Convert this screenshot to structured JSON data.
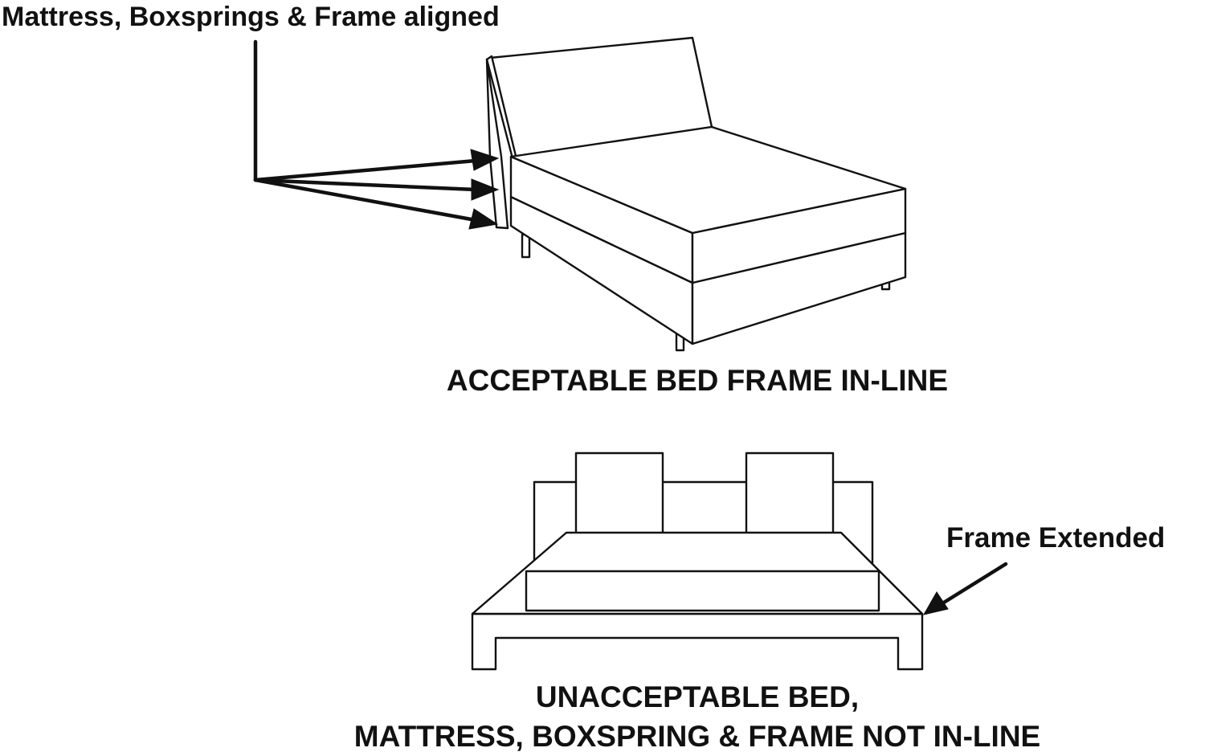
{
  "labels": {
    "top_callout": "Mattress, Boxsprings & Frame aligned",
    "acceptable_caption": "ACCEPTABLE BED FRAME IN-LINE",
    "frame_extended_callout": "Frame Extended",
    "unacceptable_caption_line1": "UNACCEPTABLE BED,",
    "unacceptable_caption_line2": "MATTRESS, BOXSPRING & FRAME NOT IN-LINE"
  },
  "colors": {
    "ink": "#111111",
    "background": "#ffffff"
  }
}
